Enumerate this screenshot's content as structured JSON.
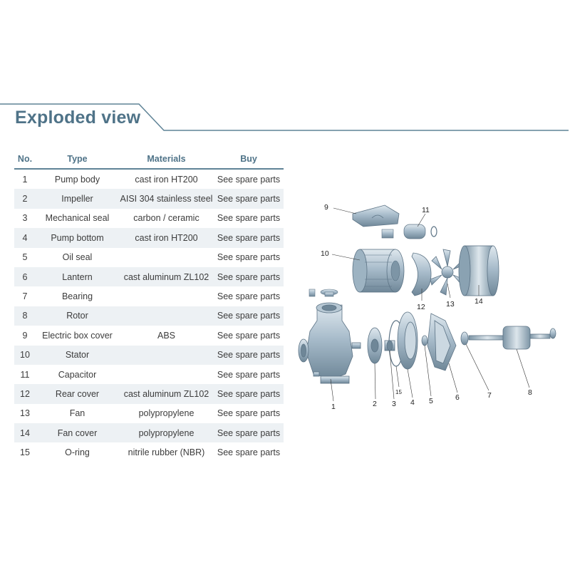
{
  "header": {
    "title": "Exploded view"
  },
  "table": {
    "columns": {
      "no": "No.",
      "type": "Type",
      "materials": "Materials",
      "buy": "Buy"
    },
    "rows": [
      {
        "no": "1",
        "type": "Pump body",
        "material": "cast iron HT200",
        "buy": "See spare parts"
      },
      {
        "no": "2",
        "type": "Impeller",
        "material": "AISI 304 stainless steel",
        "buy": "See spare parts"
      },
      {
        "no": "3",
        "type": "Mechanical seal",
        "material": "carbon / ceramic",
        "buy": "See spare parts"
      },
      {
        "no": "4",
        "type": "Pump bottom",
        "material": "cast iron HT200",
        "buy": "See spare parts"
      },
      {
        "no": "5",
        "type": "Oil seal",
        "material": "",
        "buy": "See spare parts"
      },
      {
        "no": "6",
        "type": "Lantern",
        "material": "cast aluminum ZL102",
        "buy": "See spare parts"
      },
      {
        "no": "7",
        "type": "Bearing",
        "material": "",
        "buy": "See spare parts"
      },
      {
        "no": "8",
        "type": "Rotor",
        "material": "",
        "buy": "See spare parts"
      },
      {
        "no": "9",
        "type": "Electric box cover",
        "material": "ABS",
        "buy": "See spare parts"
      },
      {
        "no": "10",
        "type": "Stator",
        "material": "",
        "buy": "See spare parts"
      },
      {
        "no": "11",
        "type": "Capacitor",
        "material": "",
        "buy": "See spare parts"
      },
      {
        "no": "12",
        "type": "Rear cover",
        "material": "cast aluminum ZL102",
        "buy": "See spare parts"
      },
      {
        "no": "13",
        "type": "Fan",
        "material": "polypropylene",
        "buy": "See spare parts"
      },
      {
        "no": "14",
        "type": "Fan cover",
        "material": "polypropylene",
        "buy": "See spare parts"
      },
      {
        "no": "15",
        "type": "O-ring",
        "material": "nitrile rubber (NBR)",
        "buy": "See spare parts"
      }
    ]
  },
  "diagram": {
    "callouts": [
      "1",
      "2",
      "3",
      "4",
      "5",
      "6",
      "7",
      "8",
      "9",
      "10",
      "11",
      "12",
      "13",
      "14",
      "15"
    ]
  },
  "colors": {
    "accent": "#4f7388",
    "line": "#5f8396",
    "stripe": "#edf1f4",
    "part": "#9db3c2"
  }
}
